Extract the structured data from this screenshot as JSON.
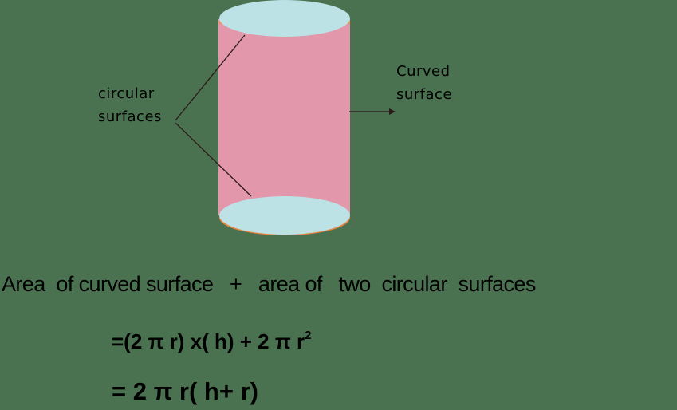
{
  "colors": {
    "background": "#4a7250",
    "curved_surface": "#e397ab",
    "circular_surface": "#bde2e6",
    "rim_accent": "#f0944a",
    "text": "#000000"
  },
  "labels": {
    "circular_line1": "circular",
    "circular_line2": "surfaces",
    "curved_line1": "Curved",
    "curved_line2": "surface"
  },
  "formulas": {
    "line1": "Area  of curved surface   +   area of   two  circular  surfaces",
    "line2_main": "=(2 π r) x( h) + 2 π r",
    "line2_sup": "2",
    "line3": "= 2 π r( h+ r)"
  }
}
